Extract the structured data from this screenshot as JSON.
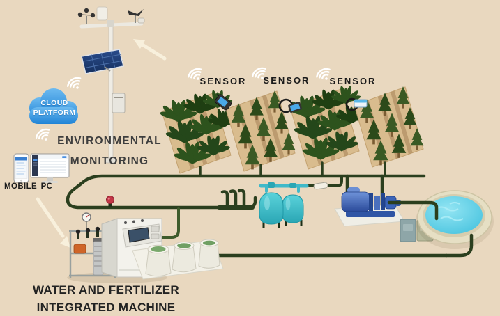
{
  "labels": {
    "cloud": {
      "line1": "CLOUD",
      "line2": "PLATFORM"
    },
    "monitoring": {
      "line1": "ENVIRONMENTAL",
      "line2": "MONITORING"
    },
    "mobile": "MOBILE",
    "pc": "PC",
    "machine": {
      "line1": "WATER AND FERTILIZER",
      "line2": "INTEGRATED MACHINE"
    }
  },
  "sensors": [
    {
      "label": "SENSOR"
    },
    {
      "label": "SENSOR"
    },
    {
      "label": "SENSOR"
    }
  ],
  "icons": {
    "wifi_icon": "three white signal arcs with dot",
    "cloud_icon": "blue cloud shape",
    "weather_station_icon": "pole with anemometer, wind vane and solar panel",
    "arrow_icon": "cream directional arrow"
  },
  "colors": {
    "background": "#e9d8bf",
    "pipe_dark_green": "#2b3f1e",
    "pipe_light_green": "#3e5b2b",
    "cloud_blue": "#2e8fe0",
    "filter_teal": "#3abcc8",
    "pool_water": "#58cbe4",
    "pump_blue": "#3b64b8",
    "valve_red": "#c23646",
    "soil_tan": "#d9bc8e",
    "plant_green": "#2d531d"
  }
}
